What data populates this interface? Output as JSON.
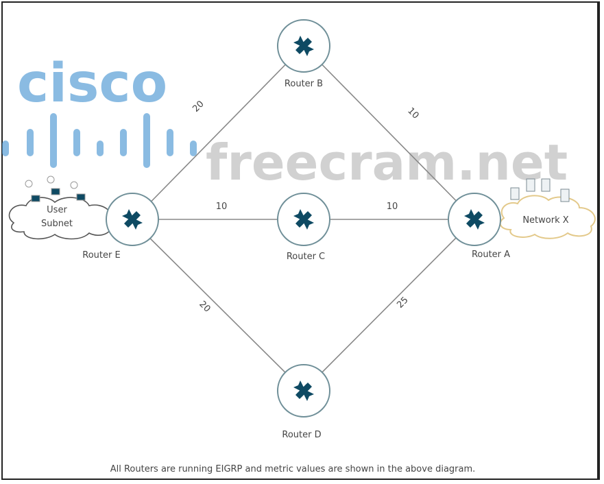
{
  "nodes": {
    "router_b": "Router B",
    "router_e": "Router E",
    "router_c": "Router C",
    "router_a": "Router A",
    "router_d": "Router D",
    "user_subnet_line1": "User",
    "user_subnet_line2": "Subnet",
    "network_x": "Network X"
  },
  "links": {
    "e_b": "20",
    "b_a": "10",
    "e_c": "10",
    "c_a": "10",
    "e_d": "20",
    "d_a": "25"
  },
  "caption": "All Routers are running EIGRP and metric values are shown in the above diagram.",
  "watermarks": {
    "logo": "cisco",
    "site": "freecram.net"
  },
  "colors": {
    "router_icon": "#0e4a63",
    "logo": "#5a9fd6",
    "network_x_cloud": "#e3c98a"
  }
}
